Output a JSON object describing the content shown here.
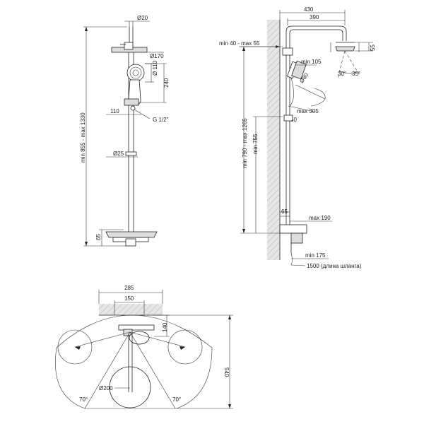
{
  "front_view": {
    "top_pipe_diameter": "Ø20",
    "head_diameter": "Ø170",
    "hand_shower_diameter": "Ø 110",
    "holder_height": "240",
    "offset_width": "110",
    "thread": "G 1/2\"",
    "rail_diameter": "Ø25",
    "total_height": "min 855 - max 1330",
    "bottom_offset": "65"
  },
  "side_view": {
    "width_total": "430",
    "width_arm": "390",
    "head_height": "55",
    "wall_offset": "min 40 - max 55",
    "hand_offset": "min 105",
    "hand_diameter": "Ø80",
    "tilt_left": "30°",
    "tilt_right": "35°",
    "hand_angle": "50",
    "hand_reach": "max 305",
    "height_range": "min 790 - max 1265",
    "min_height": "min 755",
    "bottom_height": "65",
    "mixer_depth": "max 190",
    "mixer_offset": "min 175",
    "hose_length": "1500 (длина шланга)"
  },
  "top_view": {
    "width_outer": "285",
    "width_inner": "150",
    "depth": "140",
    "head_diameter": "Ø200",
    "angle_left": "70°",
    "angle_right": "70°",
    "total_depth": "540"
  }
}
